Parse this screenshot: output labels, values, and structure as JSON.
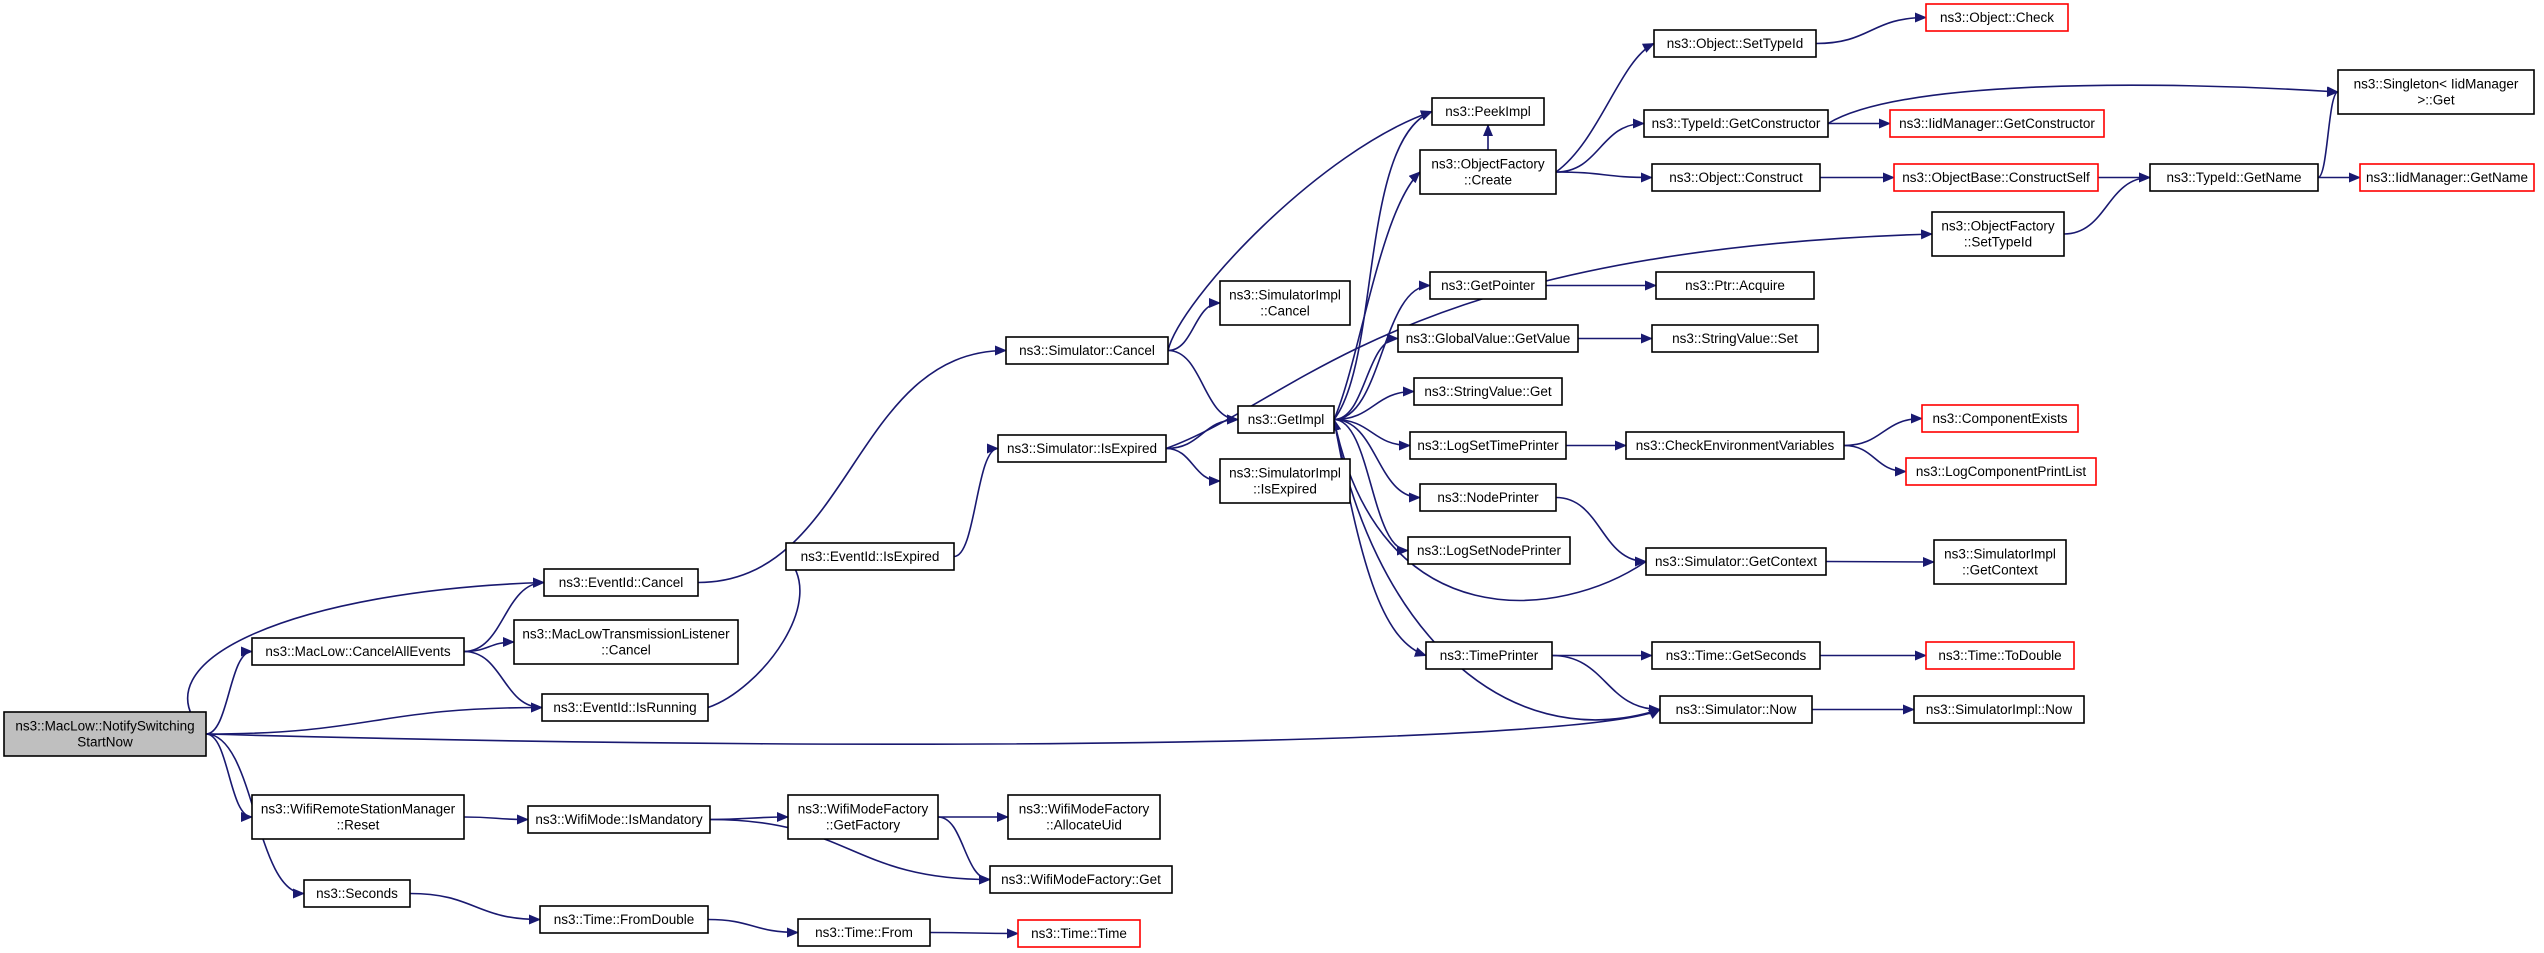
{
  "graph": {
    "edge_color": "#191970",
    "node_border_color": "#000000",
    "link_border_color": "#ff0000",
    "root_fill_color": "#bfbfbf",
    "nodes": [
      {
        "id": "root",
        "lines": [
          "ns3::MacLow::NotifySwitching",
          "StartNow"
        ],
        "style": "root"
      },
      {
        "id": "cancelAll",
        "lines": [
          "ns3::MacLow::CancelAllEvents"
        ],
        "style": "normal"
      },
      {
        "id": "wifiReset",
        "lines": [
          "ns3::WifiRemoteStationManager",
          "::Reset"
        ],
        "style": "normal"
      },
      {
        "id": "seconds",
        "lines": [
          "ns3::Seconds"
        ],
        "style": "normal"
      },
      {
        "id": "eidCancel",
        "lines": [
          "ns3::EventId::Cancel"
        ],
        "style": "normal"
      },
      {
        "id": "listenerCancel",
        "lines": [
          "ns3::MacLowTransmissionListener",
          "::Cancel"
        ],
        "style": "normal"
      },
      {
        "id": "eidRunning",
        "lines": [
          "ns3::EventId::IsRunning"
        ],
        "style": "normal"
      },
      {
        "id": "isMandatory",
        "lines": [
          "ns3::WifiMode::IsMandatory"
        ],
        "style": "normal"
      },
      {
        "id": "fromDouble",
        "lines": [
          "ns3::Time::FromDouble"
        ],
        "style": "normal"
      },
      {
        "id": "eidExpired",
        "lines": [
          "ns3::EventId::IsExpired"
        ],
        "style": "normal"
      },
      {
        "id": "getFactory",
        "lines": [
          "ns3::WifiModeFactory",
          "::GetFactory"
        ],
        "style": "normal"
      },
      {
        "id": "timeFrom",
        "lines": [
          "ns3::Time::From"
        ],
        "style": "normal"
      },
      {
        "id": "simCancel",
        "lines": [
          "ns3::Simulator::Cancel"
        ],
        "style": "normal"
      },
      {
        "id": "simExpired",
        "lines": [
          "ns3::Simulator::IsExpired"
        ],
        "style": "normal"
      },
      {
        "id": "allocUid",
        "lines": [
          "ns3::WifiModeFactory",
          "::AllocateUid"
        ],
        "style": "normal"
      },
      {
        "id": "wmfGet",
        "lines": [
          "ns3::WifiModeFactory::Get"
        ],
        "style": "normal"
      },
      {
        "id": "timeTime",
        "lines": [
          "ns3::Time::Time"
        ],
        "style": "link"
      },
      {
        "id": "implCancel",
        "lines": [
          "ns3::SimulatorImpl",
          "::Cancel"
        ],
        "style": "normal"
      },
      {
        "id": "getImpl",
        "lines": [
          "ns3::GetImpl"
        ],
        "style": "normal"
      },
      {
        "id": "implExpired",
        "lines": [
          "ns3::SimulatorImpl",
          "::IsExpired"
        ],
        "style": "normal"
      },
      {
        "id": "peekImpl",
        "lines": [
          "ns3::PeekImpl"
        ],
        "style": "normal"
      },
      {
        "id": "ofCreate",
        "lines": [
          "ns3::ObjectFactory",
          "::Create"
        ],
        "style": "normal"
      },
      {
        "id": "getPointer",
        "lines": [
          "ns3::GetPointer"
        ],
        "style": "normal"
      },
      {
        "id": "gvGetValue",
        "lines": [
          "ns3::GlobalValue::GetValue"
        ],
        "style": "normal"
      },
      {
        "id": "svGet",
        "lines": [
          "ns3::StringValue::Get"
        ],
        "style": "normal"
      },
      {
        "id": "logSetTime",
        "lines": [
          "ns3::LogSetTimePrinter"
        ],
        "style": "normal"
      },
      {
        "id": "nodePrinter",
        "lines": [
          "ns3::NodePrinter"
        ],
        "style": "normal"
      },
      {
        "id": "logSetNode",
        "lines": [
          "ns3::LogSetNodePrinter"
        ],
        "style": "normal"
      },
      {
        "id": "timePrinter",
        "lines": [
          "ns3::TimePrinter"
        ],
        "style": "normal"
      },
      {
        "id": "setTypeId",
        "lines": [
          "ns3::Object::SetTypeId"
        ],
        "style": "normal"
      },
      {
        "id": "tidGetCtor",
        "lines": [
          "ns3::TypeId::GetConstructor"
        ],
        "style": "normal"
      },
      {
        "id": "objConstruct",
        "lines": [
          "ns3::Object::Construct"
        ],
        "style": "normal"
      },
      {
        "id": "ptrAcquire",
        "lines": [
          "ns3::Ptr::Acquire"
        ],
        "style": "normal"
      },
      {
        "id": "svSet",
        "lines": [
          "ns3::StringValue::Set"
        ],
        "style": "normal"
      },
      {
        "id": "checkEnv",
        "lines": [
          "ns3::CheckEnvironmentVariables"
        ],
        "style": "normal"
      },
      {
        "id": "simGetContext",
        "lines": [
          "ns3::Simulator::GetContext"
        ],
        "style": "normal"
      },
      {
        "id": "timeGetSeconds",
        "lines": [
          "ns3::Time::GetSeconds"
        ],
        "style": "normal"
      },
      {
        "id": "simNow",
        "lines": [
          "ns3::Simulator::Now"
        ],
        "style": "normal"
      },
      {
        "id": "objCheck",
        "lines": [
          "ns3::Object::Check"
        ],
        "style": "link"
      },
      {
        "id": "iidGetCtor",
        "lines": [
          "ns3::IidManager::GetConstructor"
        ],
        "style": "link"
      },
      {
        "id": "constructSelf",
        "lines": [
          "ns3::ObjectBase::ConstructSelf"
        ],
        "style": "link"
      },
      {
        "id": "ofSetTypeId",
        "lines": [
          "ns3::ObjectFactory",
          "::SetTypeId"
        ],
        "style": "normal"
      },
      {
        "id": "compExists",
        "lines": [
          "ns3::ComponentExists"
        ],
        "style": "link"
      },
      {
        "id": "logCompList",
        "lines": [
          "ns3::LogComponentPrintList"
        ],
        "style": "link"
      },
      {
        "id": "implGetContext",
        "lines": [
          "ns3::SimulatorImpl",
          "::GetContext"
        ],
        "style": "normal"
      },
      {
        "id": "timeToDouble",
        "lines": [
          "ns3::Time::ToDouble"
        ],
        "style": "link"
      },
      {
        "id": "implNow",
        "lines": [
          "ns3::SimulatorImpl::Now"
        ],
        "style": "normal"
      },
      {
        "id": "singleton",
        "lines": [
          "ns3::Singleton< IidManager",
          ">::Get"
        ],
        "style": "normal"
      },
      {
        "id": "tidGetName",
        "lines": [
          "ns3::TypeId::GetName"
        ],
        "style": "normal"
      },
      {
        "id": "iidGetName",
        "lines": [
          "ns3::IidManager::GetName"
        ],
        "style": "link"
      }
    ]
  }
}
